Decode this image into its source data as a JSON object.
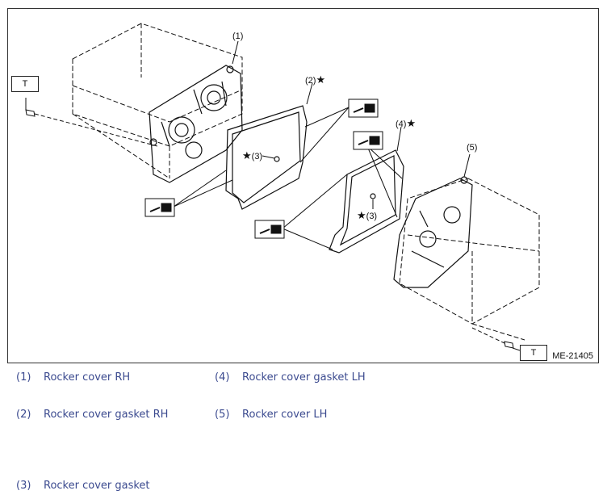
{
  "figure": {
    "id_label": "ME-21405",
    "torque_labels": [
      "T",
      "T"
    ],
    "callouts": {
      "c1": "(1)",
      "c2": "(2)",
      "c3a": "(3)",
      "c3b": "(3)",
      "c4": "(4)",
      "c5": "(5)"
    },
    "star_symbol": "★"
  },
  "legend": [
    {
      "num": "(1)",
      "label": "Rocker cover RH"
    },
    {
      "num": "(4)",
      "label": "Rocker cover gasket LH"
    },
    {
      "num": "(2)",
      "label": "Rocker cover gasket RH"
    },
    {
      "num": "(5)",
      "label": "Rocker cover LH"
    },
    {
      "num": "(3)",
      "label": "Rocker cover gasket"
    }
  ],
  "colors": {
    "legend_text": "#3b4a8f",
    "line": "#111111"
  }
}
